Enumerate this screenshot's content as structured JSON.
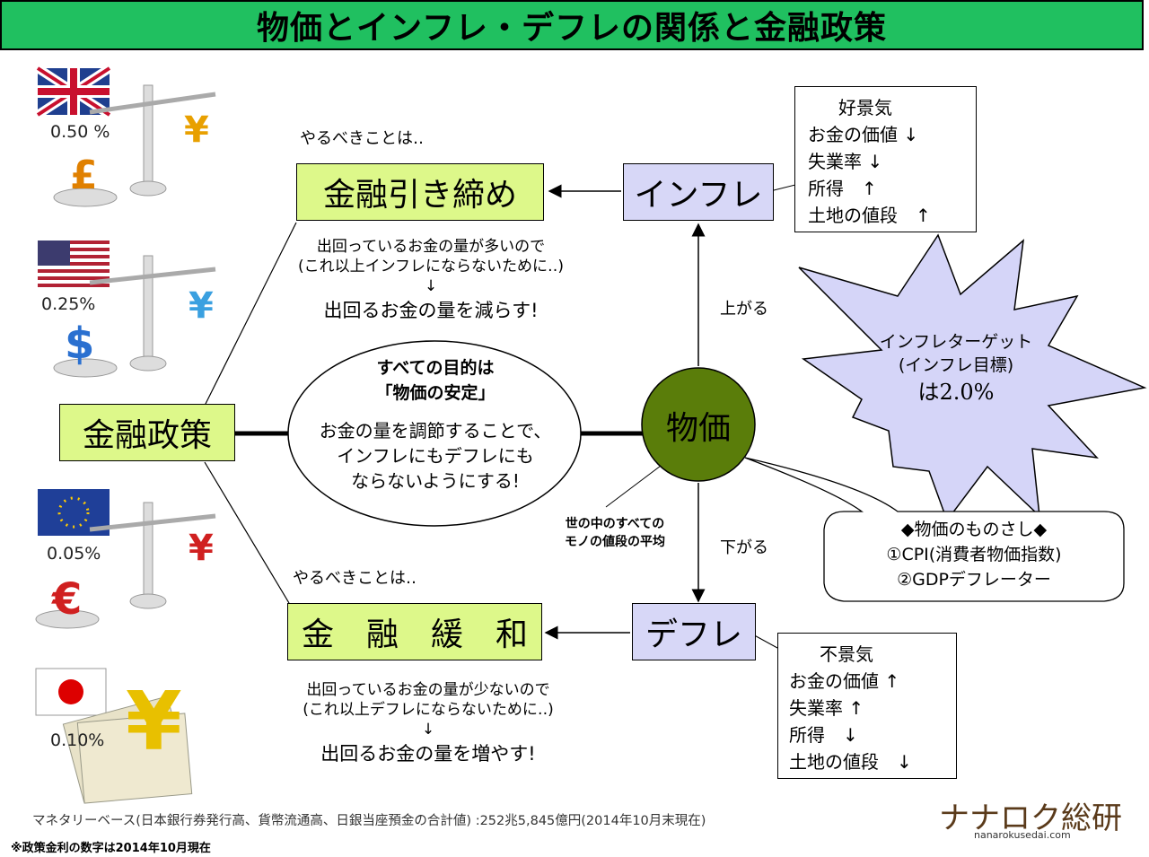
{
  "title": "物価とインフレ・デフレの関係と金融政策",
  "countries": [
    {
      "flag": "uk-flag-icon",
      "rate": "0.50 %",
      "coin": "pound-icon"
    },
    {
      "flag": "us-flag-icon",
      "rate": "0.25%",
      "coin": "dollar-icon"
    },
    {
      "flag": "eu-flag-icon",
      "rate": "0.05%",
      "coin": "euro-icon"
    },
    {
      "flag": "japan-flag-icon",
      "rate": "0.10%",
      "coin": "yen-icon"
    }
  ],
  "policy": "金融政策",
  "tightening": {
    "label": "金融引き締め",
    "lead": "やるべきことは‥",
    "reason1": "出回っているお金の量が多いので",
    "reason2": "(これ以上インフレにならないために‥)",
    "arrow": "↓",
    "action": "出回るお金の量を減らす!"
  },
  "easing": {
    "label": "金　融　緩　和",
    "lead": "やるべきことは‥",
    "reason1": "出回っているお金の量が少ないので",
    "reason2": "(これ以上デフレにならないために‥)",
    "arrow": "↓",
    "action": "出回るお金の量を増やす!"
  },
  "goal": {
    "line1": "すべての目的は",
    "line2": "「物価の安定」",
    "line3": "お金の量を調節することで、",
    "line4": "インフレにもデフレにも",
    "line5": "ならないようにする!"
  },
  "price": "物価",
  "price_note1": "世の中のすべての",
  "price_note2": "モノの値段の平均",
  "up": "上がる",
  "down": "下がる",
  "inflation": {
    "label": "インフレ",
    "notes": [
      "好景気",
      "お金の価値 ↓",
      "失業率 ↓",
      "所得　↑",
      "土地の値段　↑"
    ]
  },
  "deflation": {
    "label": "デフレ",
    "notes": [
      "不景気",
      "お金の価値 ↑",
      "失業率 ↑",
      "所得　↓",
      "土地の値段　↓"
    ]
  },
  "target": {
    "line1": "インフレターゲット",
    "line2": "(インフレ目標)",
    "line3": "は2.0%"
  },
  "measure": {
    "line1": "◆物価のものさし◆",
    "line2": "①CPI(消費者物価指数)",
    "line3": "②GDPデフレーター"
  },
  "footer_base": "マネタリーベース(日本銀行券発行高、貨幣流通高、日銀当座預金の合計値) :252兆5,845億円(2014年10月末現在)",
  "footer_note": "※政策金利の数字は2014年10月現在",
  "logo": "ナナロク総研",
  "logo_url": "nanarokusedai.com",
  "colors": {
    "title_bg": "#20c060",
    "green_box": "#ddf88a",
    "purple_box": "#d7d7f7",
    "price_circle": "#5a7d0a",
    "star": "#d5d5f8"
  }
}
